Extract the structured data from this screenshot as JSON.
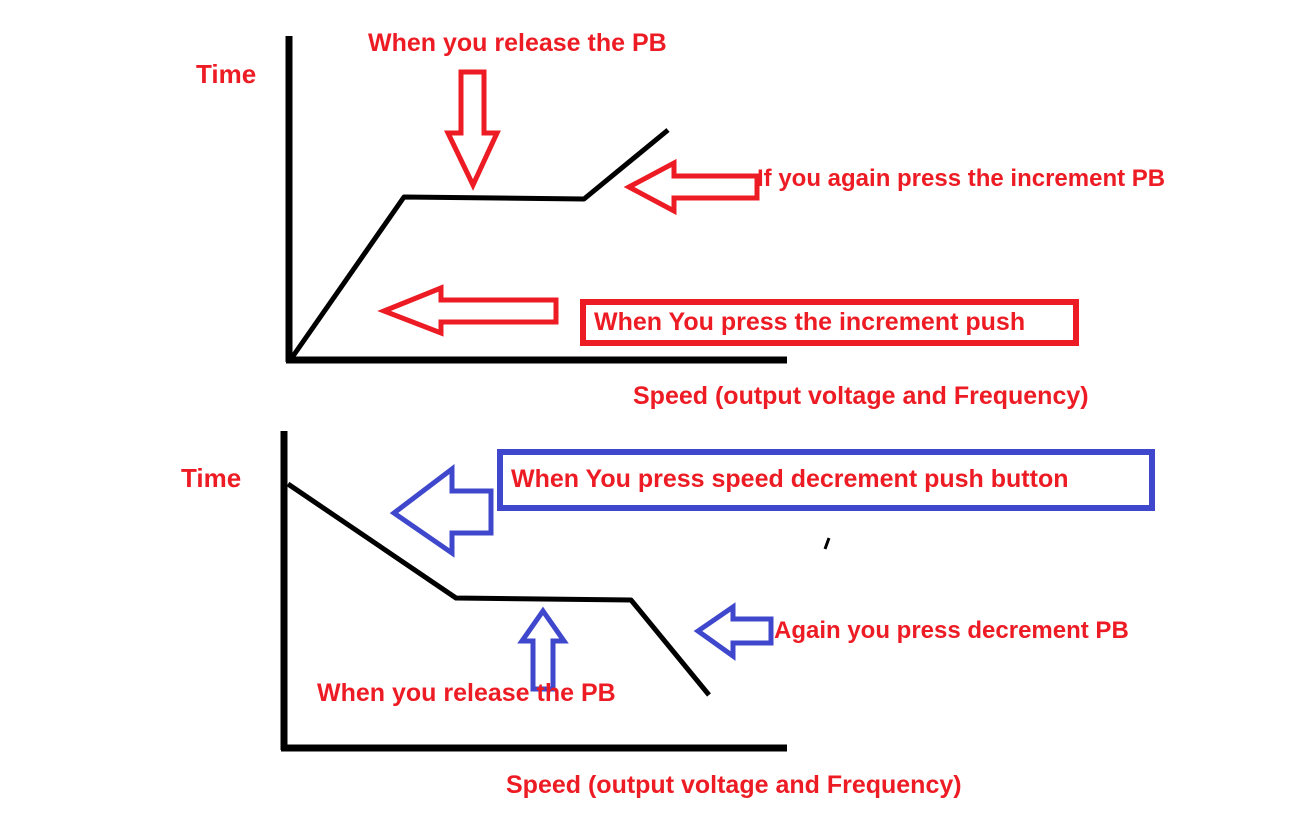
{
  "colors": {
    "red": "#ed1c24",
    "blue": "#3f48cc",
    "line": "#000000",
    "background": "#ffffff"
  },
  "top_chart": {
    "y_axis_label": "Time",
    "x_axis_label": "Speed (output voltage and Frequency)",
    "curve_shape": "ramp-up, hold, ramp-up",
    "annotations": {
      "release": "When you release the PB",
      "again_press": "If you again press the increment PB",
      "press_box": "When You press the increment push"
    }
  },
  "bottom_chart": {
    "y_axis_label": "Time",
    "x_axis_label": "Speed (output voltage and Frequency)",
    "curve_shape": "ramp-down, hold, ramp-down",
    "annotations": {
      "press_box": "When You press speed decrement push button",
      "again_press": "Again you press decrement PB",
      "release": "When you release the PB"
    }
  }
}
